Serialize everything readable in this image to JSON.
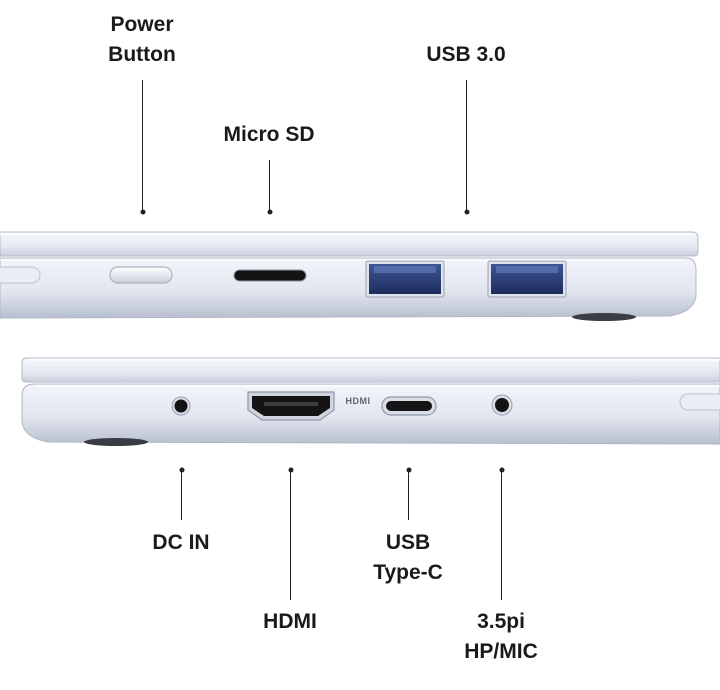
{
  "top_view": {
    "callouts": [
      {
        "id": "power-button",
        "lines": [
          "Power",
          "Button"
        ]
      },
      {
        "id": "micro-sd",
        "lines": [
          "Micro SD"
        ]
      },
      {
        "id": "usb-3",
        "lines": [
          "USB 3.0"
        ]
      }
    ]
  },
  "bottom_view": {
    "callouts": [
      {
        "id": "dc-in",
        "lines": [
          "DC IN"
        ]
      },
      {
        "id": "hdmi",
        "lines": [
          "HDMI"
        ]
      },
      {
        "id": "usb-type-c",
        "lines": [
          "USB",
          "Type-C"
        ]
      },
      {
        "id": "audio-jack",
        "lines": [
          "3.5pi",
          "HP/MIC"
        ]
      }
    ],
    "hdmi_port_marking": "HDMI"
  },
  "colors": {
    "chassis_light": "#eef1f8",
    "chassis_mid": "#d6dbe7",
    "chassis_dark": "#a9b0c0",
    "usb_blue": "#2a3f78",
    "port_black": "#141414"
  }
}
